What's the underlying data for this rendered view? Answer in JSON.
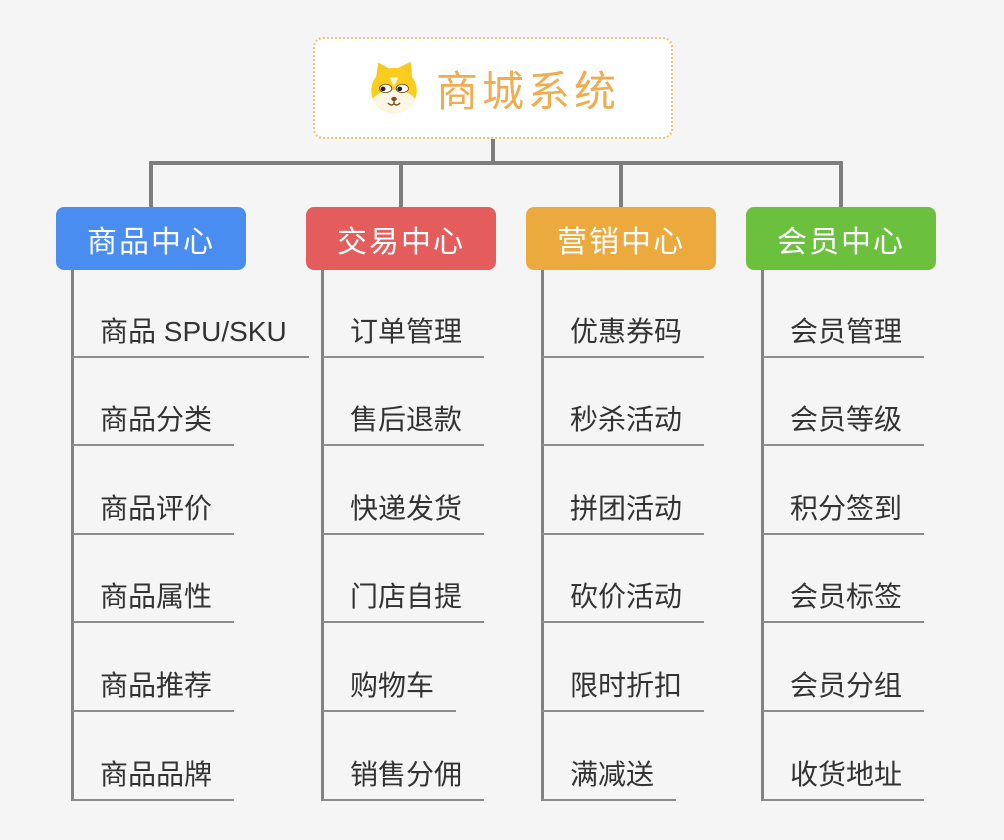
{
  "root": {
    "label": "商城系统",
    "icon": "dog-face-icon"
  },
  "branches": [
    {
      "label": "商品中心",
      "color": "#4A8DF0",
      "children": [
        "商品 SPU/SKU",
        "商品分类",
        "商品评价",
        "商品属性",
        "商品推荐",
        "商品品牌"
      ]
    },
    {
      "label": "交易中心",
      "color": "#E45C5C",
      "children": [
        "订单管理",
        "售后退款",
        "快递发货",
        "门店自提",
        "购物车",
        "销售分佣"
      ]
    },
    {
      "label": "营销中心",
      "color": "#EBA93E",
      "children": [
        "优惠券码",
        "秒杀活动",
        "拼团活动",
        "砍价活动",
        "限时折扣",
        "满减送"
      ]
    },
    {
      "label": "会员中心",
      "color": "#6BC13D",
      "children": [
        "会员管理",
        "会员等级",
        "积分签到",
        "会员标签",
        "会员分组",
        "收货地址"
      ]
    }
  ],
  "colors": {
    "background": "#F5F5F5",
    "root_border": "#EFC36E",
    "root_text": "#F0AC50",
    "connector": "#7E7E7E",
    "child_underline": "#8C8C8C",
    "child_text": "#333333",
    "branch_blue": "#4A8DF0",
    "branch_red": "#E45C5C",
    "branch_orange": "#EBA93E",
    "branch_green": "#6BC13D"
  }
}
